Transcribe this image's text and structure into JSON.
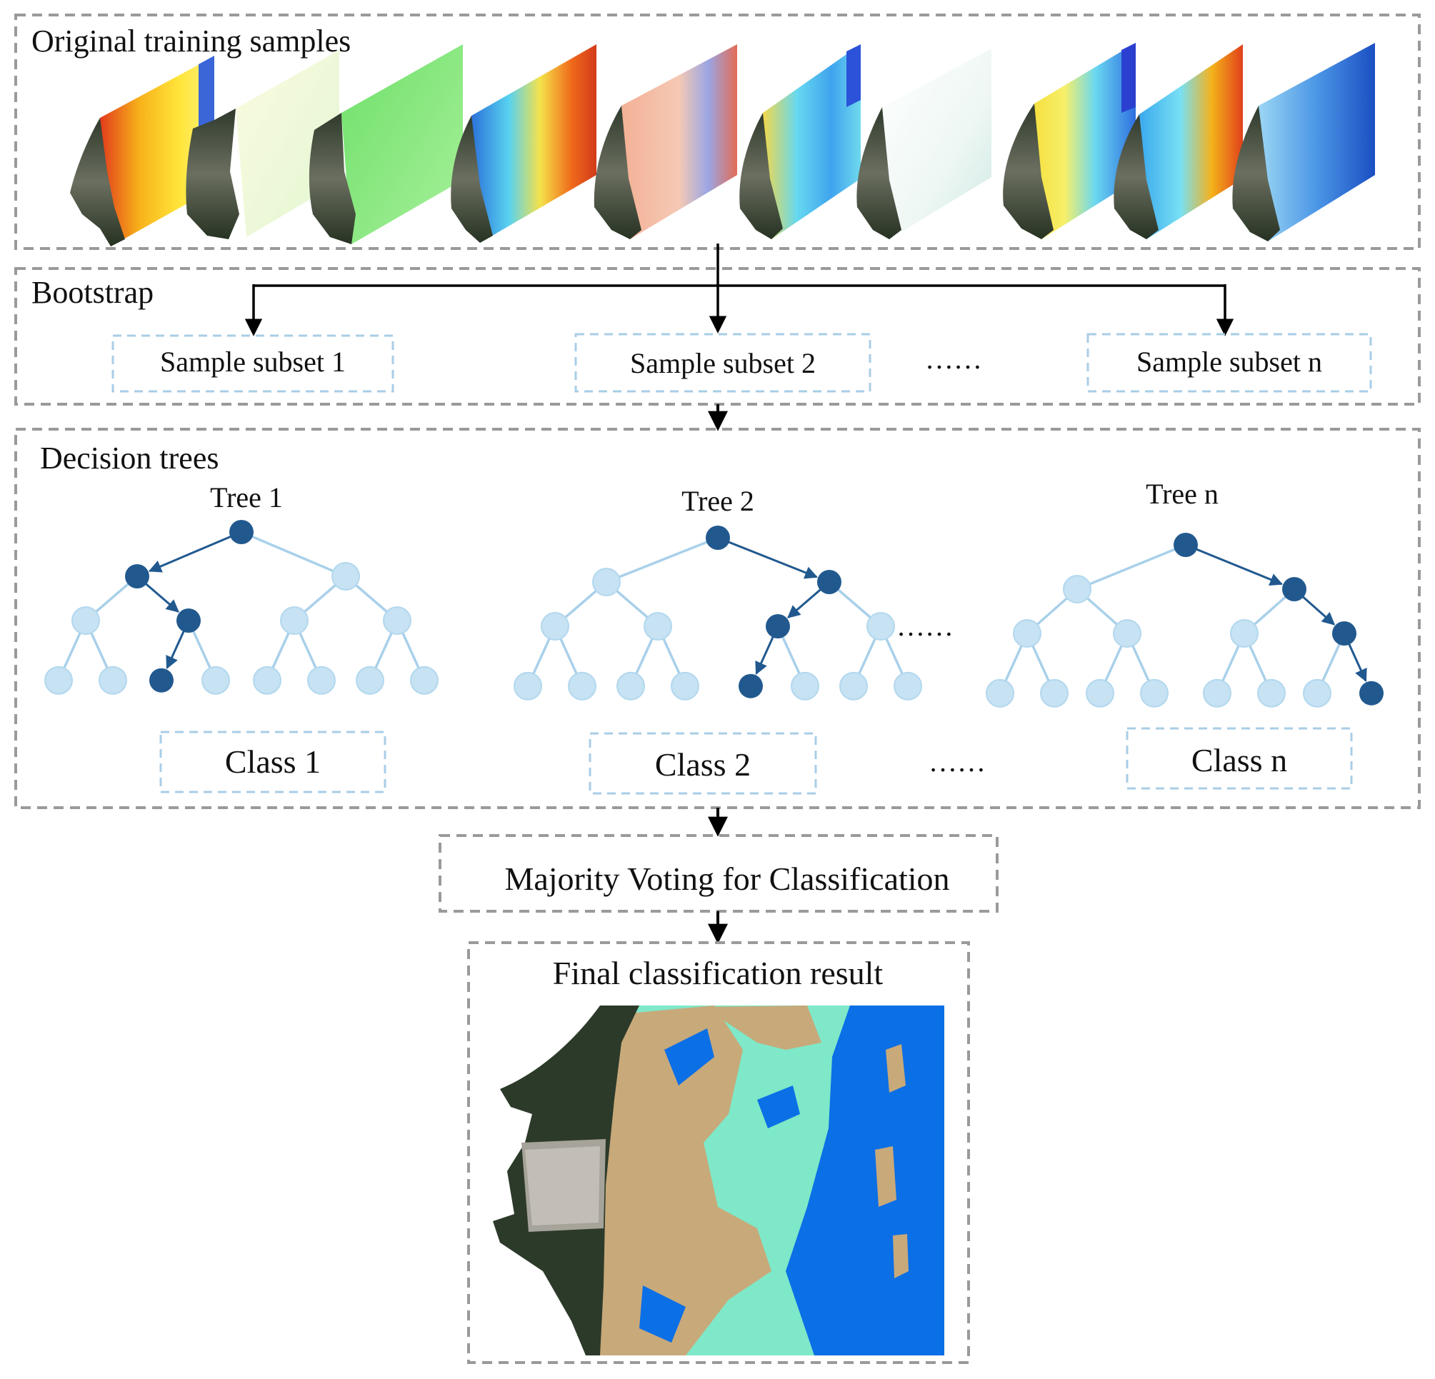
{
  "sections": {
    "original": {
      "title": "Original training samples"
    },
    "bootstrap": {
      "title": "Bootstrap",
      "subsets": [
        "Sample subset 1",
        "Sample subset 2",
        "Sample subset n"
      ],
      "ellipsis": "……"
    },
    "trees": {
      "title": "Decision trees",
      "tree_labels": [
        "Tree 1",
        "Tree 2",
        "Tree n"
      ],
      "classes": [
        "Class 1",
        "Class 2",
        "Class n"
      ],
      "ellipsis": "……"
    },
    "voting": {
      "title": "Majority Voting for Classification"
    },
    "result": {
      "title": "Final classification result"
    }
  },
  "colors": {
    "section_border": "#9a9a9a",
    "subset_border": "#a9cde6",
    "node_active": "#21598f",
    "node_inactive": "#c6e2f3",
    "edge_inactive": "#a9d0ea",
    "edge_active": "#21598f",
    "result_sand": "#c8a97a",
    "result_cyan": "#7ee8c8",
    "result_blue": "#0b6fe6"
  }
}
